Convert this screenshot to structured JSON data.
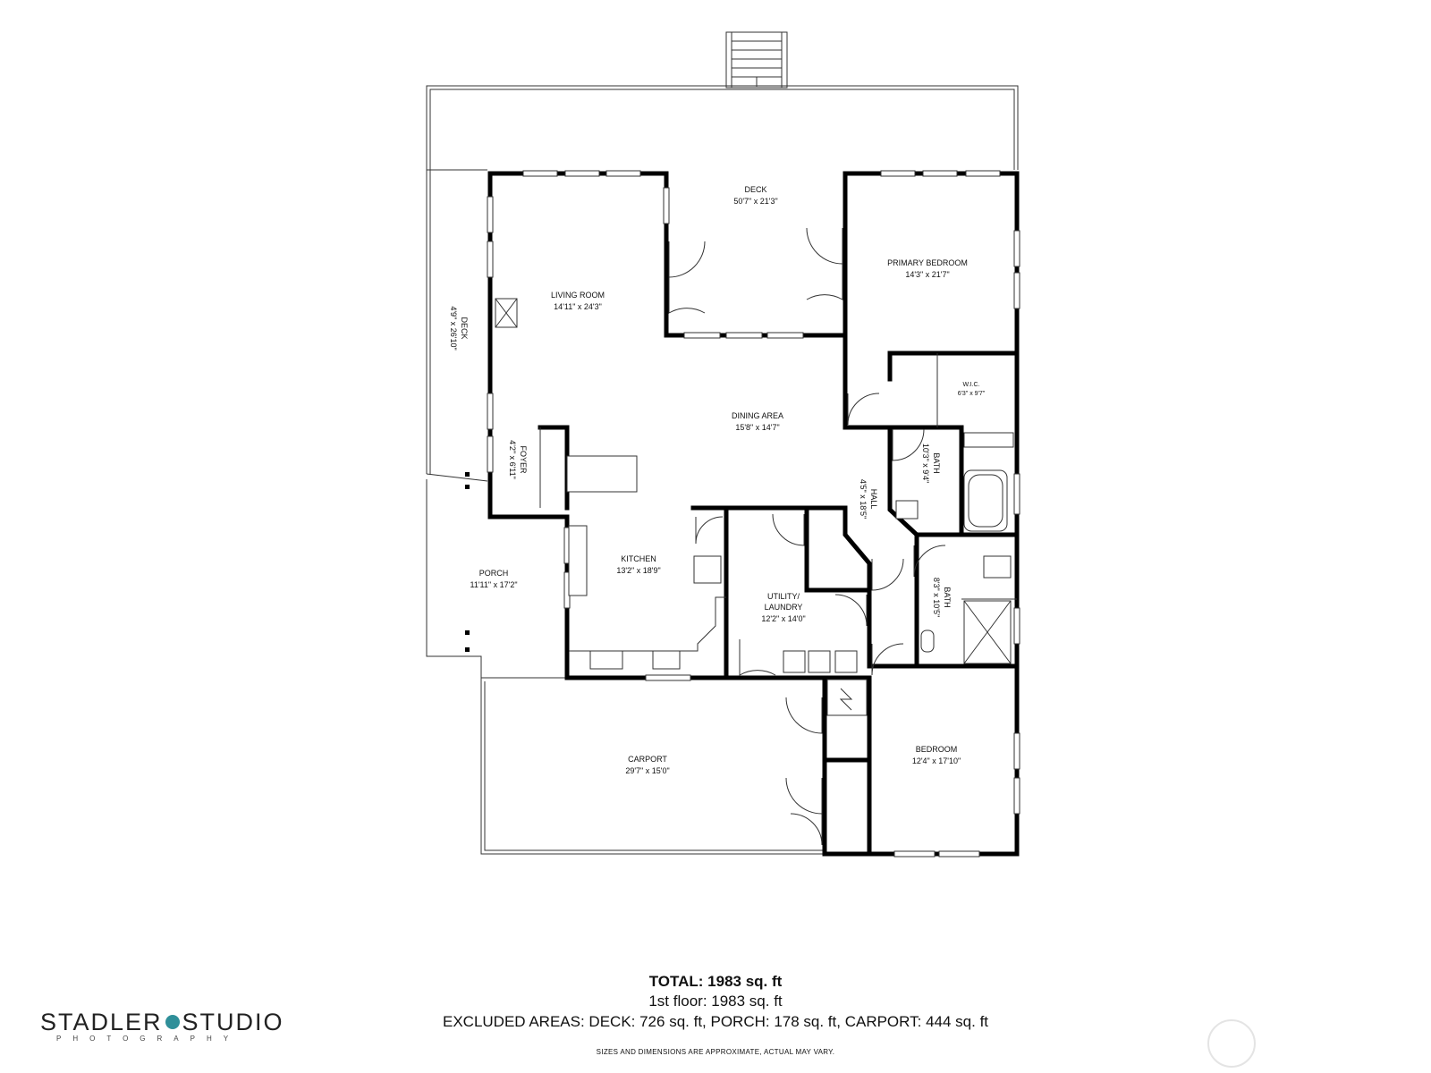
{
  "rooms": {
    "deck_top": {
      "name": "DECK",
      "dims": "50'7\" x 21'3\""
    },
    "living": {
      "name": "LIVING ROOM",
      "dims": "14'11\" x 24'3\""
    },
    "primary": {
      "name": "PRIMARY BEDROOM",
      "dims": "14'3\" x 21'7\""
    },
    "deck_side": {
      "name": "DECK",
      "dims": "4'9\" x 26'10\""
    },
    "wic": {
      "name": "W.I.C.",
      "dims": "6'3\" x 9'7\""
    },
    "dining": {
      "name": "DINING AREA",
      "dims": "15'8\" x 14'7\""
    },
    "foyer": {
      "name": "FOYER",
      "dims": "4'2\" x 6'11\""
    },
    "bath1": {
      "name": "BATH",
      "dims": "10'3\" x 9'4\""
    },
    "hall": {
      "name": "HALL",
      "dims": "4'5\" x 18'5\""
    },
    "kitchen": {
      "name": "KITCHEN",
      "dims": "13'2\" x 18'9\""
    },
    "porch": {
      "name": "PORCH",
      "dims": "11'11\" x 17'2\""
    },
    "utility": {
      "name": "UTILITY/",
      "name2": "LAUNDRY",
      "dims": "12'2\" x 14'0\""
    },
    "bath2": {
      "name": "BATH",
      "dims": "8'3\" x 10'5\""
    },
    "carport": {
      "name": "CARPORT",
      "dims": "29'7\" x 15'0\""
    },
    "bedroom": {
      "name": "BEDROOM",
      "dims": "12'4\" x 17'10\""
    }
  },
  "summary": {
    "total": "TOTAL: 1983 sq. ft",
    "floor": "1st floor: 1983 sq. ft",
    "excluded": "EXCLUDED AREAS: DECK: 726 sq. ft, PORCH: 178 sq. ft, CARPORT: 444 sq. ft",
    "disclaimer": "SIZES AND DIMENSIONS ARE APPROXIMATE, ACTUAL MAY VARY."
  },
  "logo": {
    "left": "STADLER",
    "right": "STUDIO",
    "sub": "PHOTOGRAPHY",
    "accent": "#2f8f99"
  }
}
